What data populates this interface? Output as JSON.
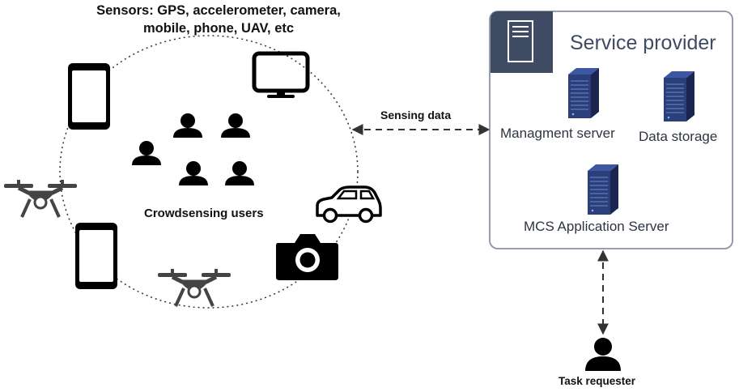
{
  "sensors_line1": "Sensors: GPS, accelerometer, camera,",
  "sensors_line2": "mobile, phone, UAV, etc",
  "crowd_label": "Crowdsensing users",
  "sensing_data_label": "Sensing data",
  "provider": {
    "title": "Service provider",
    "management_server": "Managment server",
    "data_storage": "Data storage",
    "app_server": "MCS Application Server"
  },
  "task_requester_label": "Task requester",
  "colors": {
    "provider_border": "#8a93a3",
    "provider_header": "#3f4a63",
    "server": "#2b3f7a",
    "icon": "#000000",
    "drone": "#444444"
  }
}
